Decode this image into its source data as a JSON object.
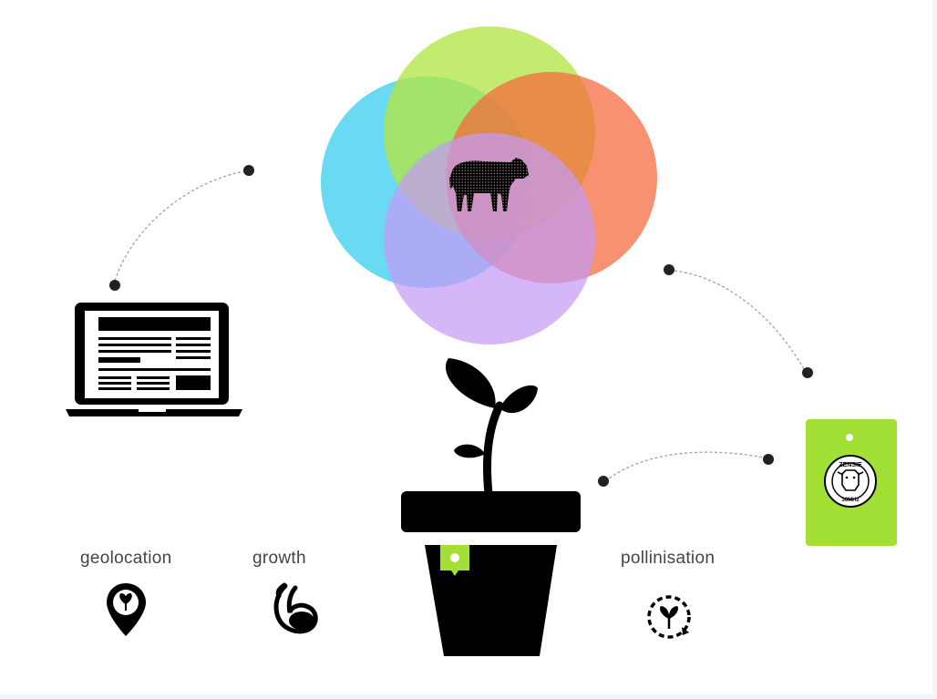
{
  "features": {
    "geolocation": "geolocation",
    "growth": "growth",
    "pollinisation": "pollinisation"
  },
  "tag": {
    "brand": "ZENSIE",
    "frequency": "30MHz"
  },
  "colors": {
    "circle_blue": "#3fd0ee",
    "circle_green": "#b2e646",
    "circle_orange": "#f5663a",
    "circle_purple": "#c59af5",
    "tag_green": "#a3e035",
    "ink": "#000000"
  },
  "icons": [
    "laptop-icon",
    "cow-icon",
    "plant-pot-icon",
    "sensor-tag-icon",
    "geolocation-icon",
    "growth-icon",
    "pollinisation-icon"
  ]
}
